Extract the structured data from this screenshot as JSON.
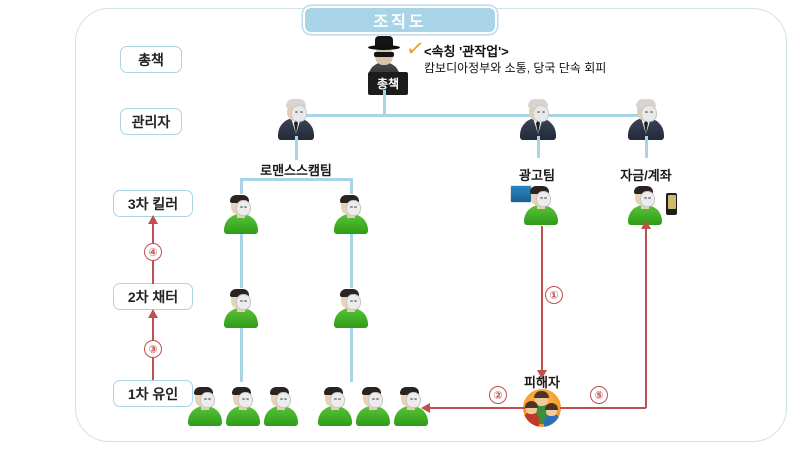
{
  "title": "조직도",
  "row_labels": [
    {
      "id": "chongchaek",
      "label": "총책"
    },
    {
      "id": "gwanrija",
      "label": "관리자"
    },
    {
      "id": "killer-3",
      "label": "3차 킬러"
    },
    {
      "id": "chatter-2",
      "label": "2차 채터"
    },
    {
      "id": "lure-1",
      "label": "1차 유인"
    }
  ],
  "boss": {
    "badge": "총책",
    "annotation_title": "<속칭 '관작업'>",
    "annotation_detail": "캄보디아정부와 소통, 당국 단속 회피",
    "check_mark": "✓"
  },
  "teams": {
    "romance_scam": "로맨스스캠팀",
    "ad_team": "광고팀",
    "funds_account": "자금/계좌"
  },
  "victim": {
    "label": "피해자"
  },
  "steps": [
    {
      "id": "step-1",
      "label": "①"
    },
    {
      "id": "step-2",
      "label": "②"
    },
    {
      "id": "step-3",
      "label": "③"
    },
    {
      "id": "step-4",
      "label": "④"
    },
    {
      "id": "step-5",
      "label": "⑤"
    }
  ],
  "colors": {
    "frame_border": "#cfe2e6",
    "title_bg": "#a9d4e8",
    "connector_blue": "#a8d4e8",
    "flow_red": "#c0504d",
    "badge_black": "#1c1c1c",
    "worker_green": "#2f9c18"
  }
}
